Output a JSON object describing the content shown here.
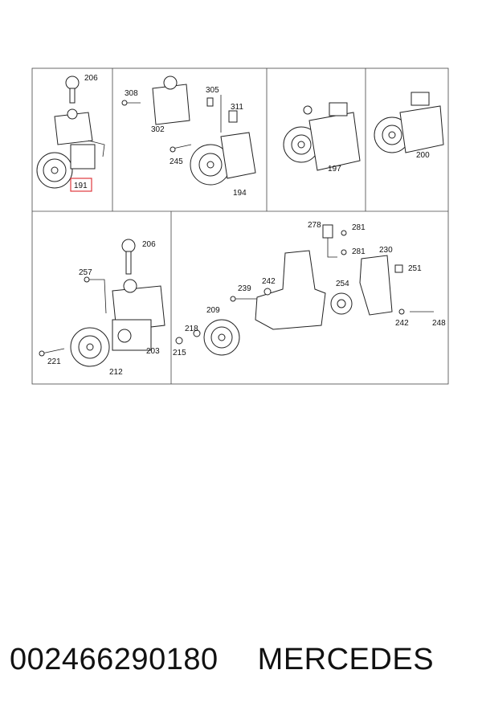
{
  "diagram": {
    "parts": {
      "p206a": "206",
      "p191": "191",
      "p308": "308",
      "p302": "302",
      "p305": "305",
      "p311": "311",
      "p245": "245",
      "p194": "194",
      "p197": "197",
      "p200": "200",
      "p206b": "206",
      "p257": "257",
      "p221": "221",
      "p212": "212",
      "p203": "203",
      "p218": "218",
      "p215": "215",
      "p209": "209",
      "p239": "239",
      "p242a": "242",
      "p278": "278",
      "p281a": "281",
      "p281b": "281",
      "p254": "254",
      "p230": "230",
      "p251": "251",
      "p242b": "242",
      "p248": "248"
    },
    "highlight_color": "#e0393e"
  },
  "caption": {
    "part_number": "002466290180",
    "brand": "MERCEDES"
  }
}
